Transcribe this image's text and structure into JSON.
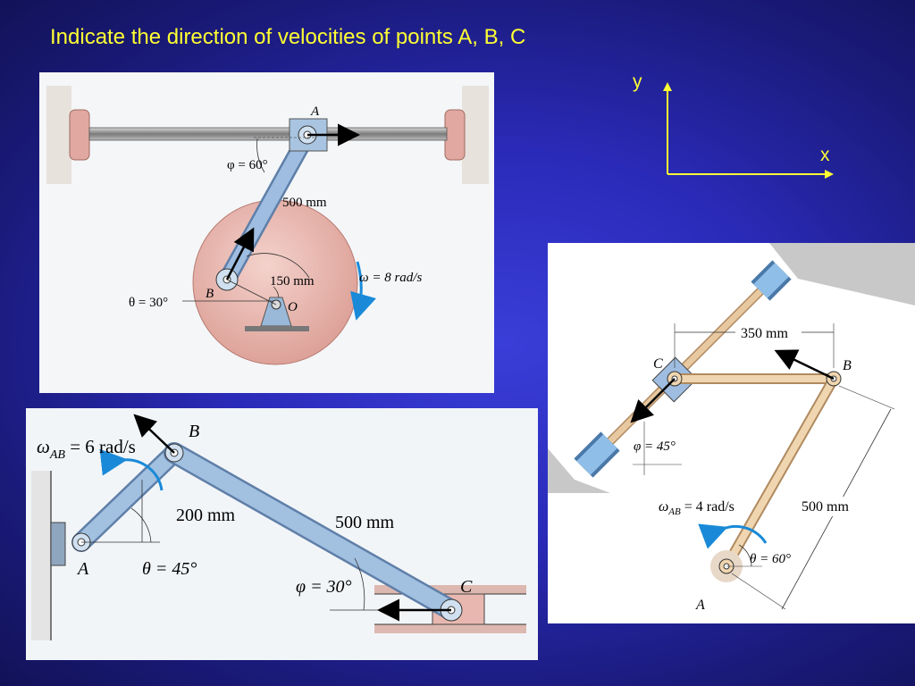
{
  "slide": {
    "title": "Indicate the direction of velocities of points A, B, C",
    "axes": {
      "y_label": "y",
      "x_label": "x",
      "color": "#ffff33"
    }
  },
  "fig1": {
    "label_A": "A",
    "label_B": "B",
    "label_O": "O",
    "phi": "φ = 60°",
    "length_ab": "500 mm",
    "radius": "150 mm",
    "omega": "ω = 8 rad/s",
    "theta": "θ = 30°"
  },
  "fig2": {
    "label_A": "A",
    "label_B": "B",
    "label_C": "C",
    "omega": "ω",
    "omega_sub": "AB",
    "omega_val": " = 6 rad/s",
    "length_ab": "200 mm",
    "length_bc": "500 mm",
    "theta": "θ = 45°",
    "phi": "φ = 30°"
  },
  "fig3": {
    "label_A": "A",
    "label_B": "B",
    "label_C": "C",
    "length_cb": "350 mm",
    "phi": "φ = 45°",
    "omega": "ω",
    "omega_sub": "AB",
    "omega_val": " = 4 rad/s",
    "length_ab": "500 mm",
    "theta": "θ = 60°"
  },
  "colors": {
    "slide_bg": "#2a2ab8",
    "title": "#ffff33",
    "link_blue": "#8fb4d8",
    "wheel_pink": "#e8b0a8",
    "link_tan": "#e8c8a0",
    "omega_arrow": "#1a8ad8",
    "velocity_arrow": "#000000"
  }
}
